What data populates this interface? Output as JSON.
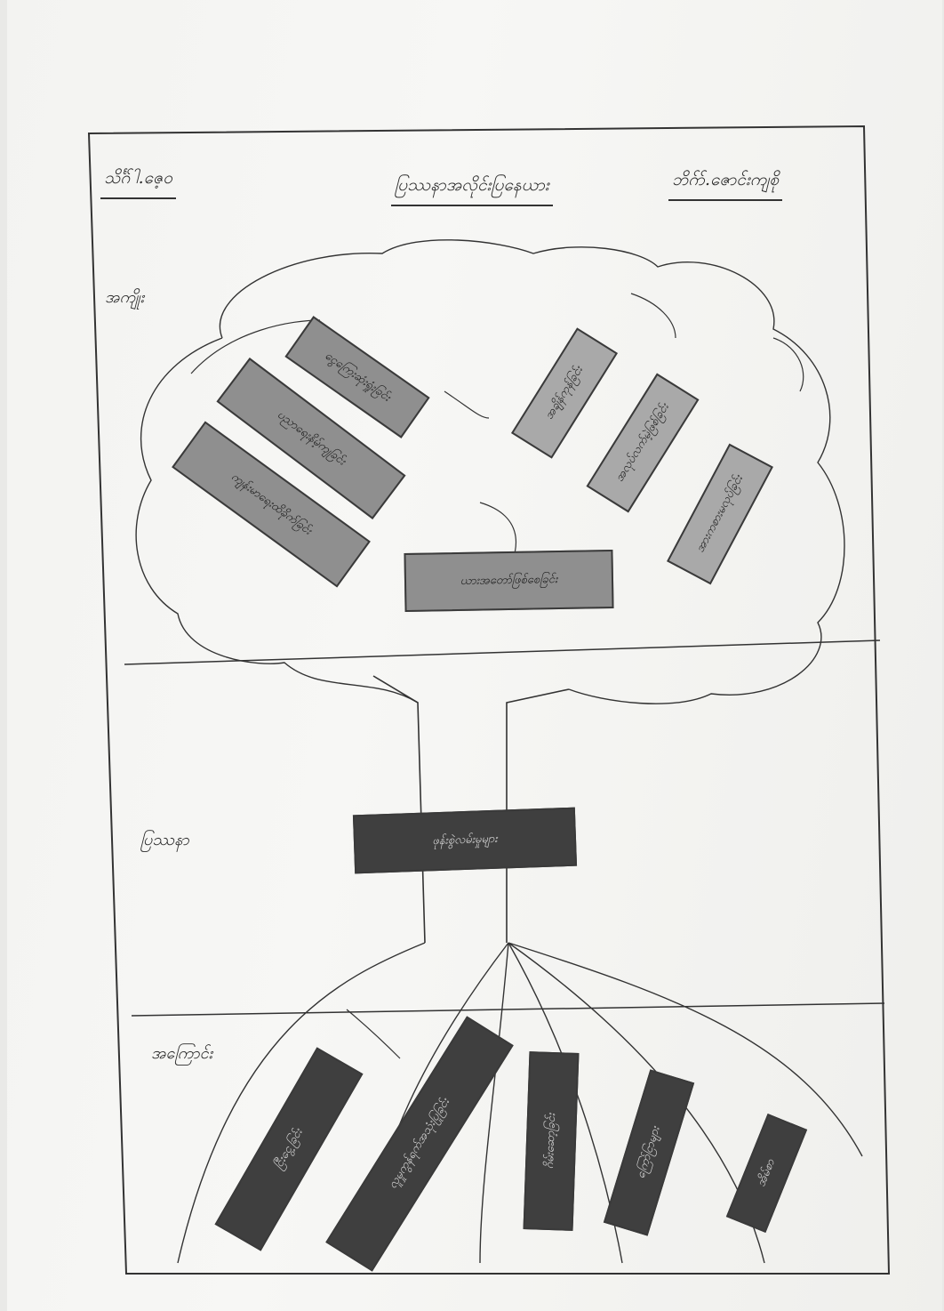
{
  "header": {
    "left": "သိင်္ဂါ်.ဇေ့ဝ",
    "middle": "ပြဿနာအလိုင်းပြနေယား",
    "right": "ဘိဂ်ာ်.ဇောင်းကျစို"
  },
  "sections": {
    "effects_label": "အကျိုး",
    "problem_label": "ပြဿနာ",
    "causes_label": "အကြောင်း"
  },
  "effects": [
    {
      "text": "ကျန်းမာရေးထိခိုက်ခြင်း"
    },
    {
      "text": "ပညာရေးနိမ့်ကျခြင်း"
    },
    {
      "text": "ငွေကြေးဆုံးရှုံးခြင်း"
    },
    {
      "text": "အချိန်ကုန်ခြင်း"
    },
    {
      "text": "အလုပ်လက်မဲ့ဖြစ်ခြင်း"
    },
    {
      "text": "အားကစားမလုပ်ခြင်း"
    },
    {
      "text": "ယားအတော်ဖြစ်စေခြင်း"
    }
  ],
  "problem": {
    "text": "ဖုန်းစွဲလမ်းမှုများ"
  },
  "causes": [
    {
      "text": "ငြီးငွေ့ခြင်း"
    },
    {
      "text": "လူမှုကွန်ရက်အသုံးပြုခြင်း"
    },
    {
      "text": "ဂိမ်းဆော့ခြင်း"
    },
    {
      "text": "ကြော်ငြာများ"
    },
    {
      "text": "အိမ်စာ"
    }
  ]
}
